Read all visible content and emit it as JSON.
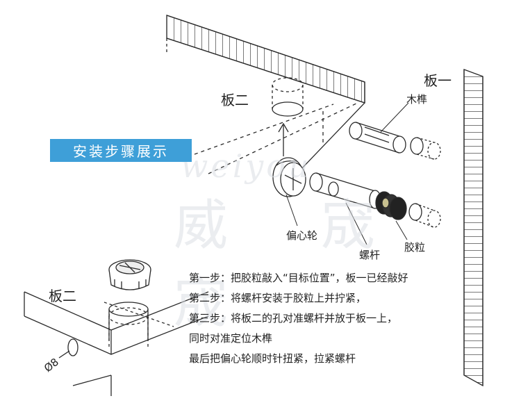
{
  "banner": "安装步骤展示",
  "labels": {
    "board_two_top": "板二",
    "board_one": "板一",
    "board_two_bottom": "板二",
    "dowel": "木榫",
    "cam": "偏心轮",
    "bolt": "螺杆",
    "sleeve": "胶粒",
    "diameter": "Ø8"
  },
  "steps": [
    "第一步：把胶粒敲入“目标位置”，板一已经敲好",
    "第二步：将螺杆安装于胶粒上并拧紧，",
    "第三步：将板二的孔对准螺杆并放于板一上，",
    "同时对准定位木榫",
    "最后把偏心轮顺时针扭紧，拉紧螺杆"
  ],
  "watermark": {
    "latin": "weiyou",
    "cjk": "威　宬　宬"
  },
  "colors": {
    "banner": "#3e9fd8",
    "line": "#2a2a2a"
  }
}
